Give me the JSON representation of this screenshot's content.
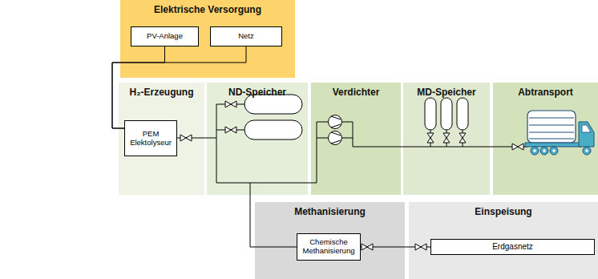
{
  "diagram": {
    "nodes": [
      {
        "text": [
          "Elektrische Versorgung"
        ]
      },
      {
        "text": [
          "PV-Anlage"
        ],
        "in": 0
      },
      {
        "text": [
          "Netz"
        ],
        "in": 0
      },
      {
        "text": [
          "H₂-Erzeugung"
        ]
      },
      {
        "text": [
          "PEM Elektolyseur"
        ],
        "in": 3
      },
      {
        "text": [
          "ND-Speicher"
        ]
      },
      {
        "text": [
          "Verdichter"
        ]
      },
      {
        "text": [
          "MD-Speicher"
        ]
      },
      {
        "text": [
          "Abtransport"
        ]
      },
      {
        "text": [
          "Methanisierung"
        ]
      },
      {
        "text": [
          "Chemische Methanisierung"
        ],
        "in": 9
      },
      {
        "text": [
          "Einspeisung"
        ]
      },
      {
        "text": [
          "Erdgasnetz"
        ],
        "in": 11
      }
    ],
    "edges": [
      {
        "from": 1,
        "to": 4,
        "arrow": "none"
      },
      {
        "from": 2,
        "to": 4,
        "arrow": "none"
      },
      {
        "from": 4,
        "to": 10,
        "arrow": "none"
      },
      {
        "from": 10,
        "to": 12,
        "arrow": "none"
      }
    ]
  }
}
